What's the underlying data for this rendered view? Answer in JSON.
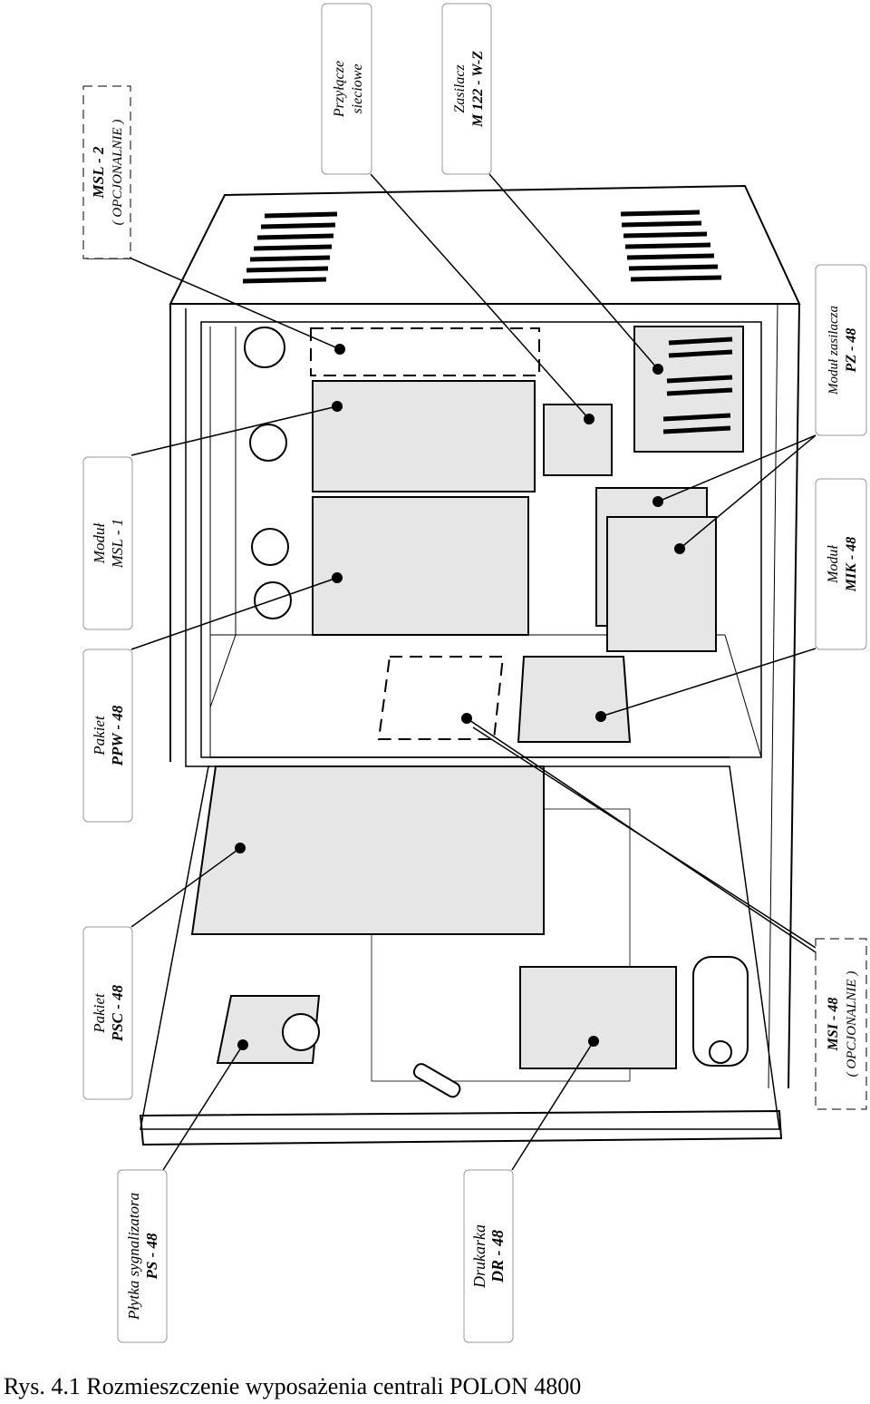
{
  "caption": "Rys. 4.1 Rozmieszczenie wyposażenia centrali POLON 4800",
  "labels": {
    "msl2": {
      "line1": "MSL - 2",
      "line2": "( OPCJONALNIE )"
    },
    "przylacze": {
      "line1": "Przyłącze",
      "line2": "sieciowe"
    },
    "zasilacz": {
      "line1": "Zasilacz",
      "line2": "M 122 - W-Z"
    },
    "modul_zasilacza": {
      "line1": "Moduł zasilacza",
      "line2": "PZ - 48"
    },
    "modul_mik": {
      "line1": "Moduł",
      "line2": "MIK - 48"
    },
    "msi": {
      "line1": "MSI - 48",
      "line2": "( OPCJONALNIE )"
    },
    "msl1": {
      "line1": "Moduł",
      "line2": "MSL - 1"
    },
    "ppw": {
      "line1": "Pakiet",
      "line2": "PPW - 48"
    },
    "psc": {
      "line1": "Pakiet",
      "line2": "PSC - 48"
    },
    "ps": {
      "line1": "Płytka sygnalizatora",
      "line2": "PS - 48"
    },
    "dr": {
      "line1": "Drukarka",
      "line2": "DR - 48"
    }
  }
}
